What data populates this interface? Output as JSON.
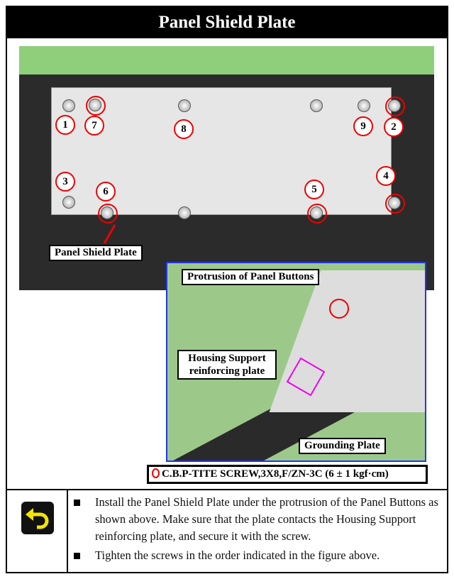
{
  "title": "Panel Shield Plate",
  "figure": {
    "screw_numbers": [
      "1",
      "7",
      "8",
      "9",
      "2",
      "3",
      "6",
      "5",
      "4"
    ],
    "label_plate": "Panel Shield Plate",
    "inset_labels": {
      "protrusion": "Protrusion of Panel Buttons",
      "housing": "Housing Support reinforcing plate",
      "grounding": "Grounding Plate"
    },
    "screw_caption": "C.B.P-TITE SCREW,3X8,F/ZN-3C (6 ± 1 kgf·cm)"
  },
  "notes": [
    "Install the Panel Shield Plate under the protrusion of the Panel Buttons as shown above. Make sure that the plate contacts the Housing Support reinforcing plate, and secure it with the screw.",
    "Tighten the screws in the order indicated in the figure above."
  ],
  "colors": {
    "accent_red": "#e00000",
    "inset_border": "#2233ff",
    "icon_yellow": "#f5e400"
  }
}
